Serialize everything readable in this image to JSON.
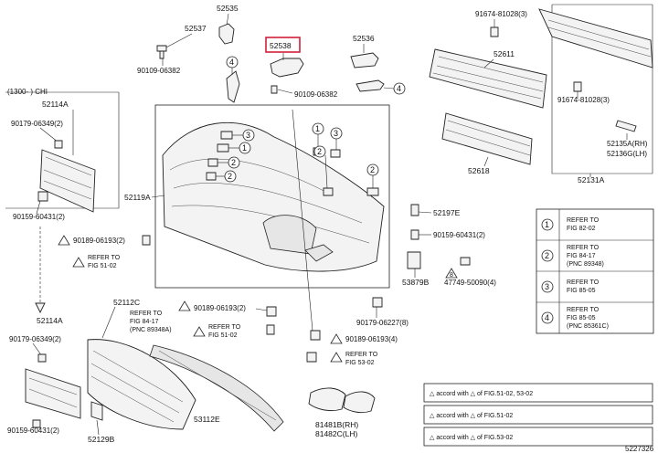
{
  "diagram_id": "5227326",
  "highlighted_part": "52538",
  "parts": {
    "p52535": "52535",
    "p52537": "52537",
    "p52538": "52538",
    "p52536": "52536",
    "p52611": "52611",
    "p52618": "52618",
    "p52131a": "52131A",
    "p52135a": "52135A(RH)",
    "p52136g": "52136G(LH)",
    "p52114a_top": "52114A",
    "p52114a_bot": "52114A",
    "p52119a": "52119A",
    "p52197e": "52197E",
    "p53879b": "53879B",
    "p52112c": "52112C",
    "p53112e": "53112E",
    "p52129b": "52129B",
    "p81481b": "81481B(RH)",
    "p81482c": "81482C(LH)",
    "b9167481028_top": "91674-81028(3)",
    "b9167481028_mid": "91674-81028(3)",
    "b9010906382_a": "90109-06382",
    "b9010906382_b": "90109-06382",
    "b9017906349_top": "90179-06349(2)",
    "b9017906349_bot": "90179-06349(2)",
    "b9015960431_top": "90159-60431(2)",
    "b9015960431_bot": "90159-60431(2)",
    "b9015960431_right": "90159-60431(2)",
    "b9018906193_a": "90189-06193(2)",
    "b9018906193_b": "90189-06193(2)",
    "b9018906193_c": "90189-06193(4)",
    "b9017906227": "90179-06227(8)",
    "b4774950090": "47749-50090(4)",
    "date_note": "(1300-   )  CHI"
  },
  "refs": {
    "ref1": [
      "REFER TO",
      "FIG 51-02"
    ],
    "ref2": [
      "REFER TO",
      "FIG 84-17",
      "(PNC 89348A)"
    ],
    "ref3": [
      "REFER TO",
      "FIG 51-02"
    ],
    "ref4": [
      "REFER TO",
      "FIG 53-02"
    ]
  },
  "legend": [
    {
      "n": "1",
      "lines": [
        "REFER TO",
        "FIG 82-02"
      ]
    },
    {
      "n": "2",
      "lines": [
        "REFER TO",
        "FIG 84-17",
        "(PNC 89348)"
      ]
    },
    {
      "n": "3",
      "lines": [
        "REFER TO",
        "FIG 85-05"
      ]
    },
    {
      "n": "4",
      "lines": [
        "REFER TO",
        "FIG 85-05",
        "(PNC 85361C)"
      ]
    }
  ],
  "notes": [
    "△ accord with △ of FIG.51-02, 53-02",
    "△ accord with △ of FIG.51-02",
    "△ accord with △ of FIG.53-02"
  ],
  "circle_nums": {
    "one": "1",
    "two": "2",
    "three": "3",
    "four": "4"
  },
  "tri_num": "8"
}
